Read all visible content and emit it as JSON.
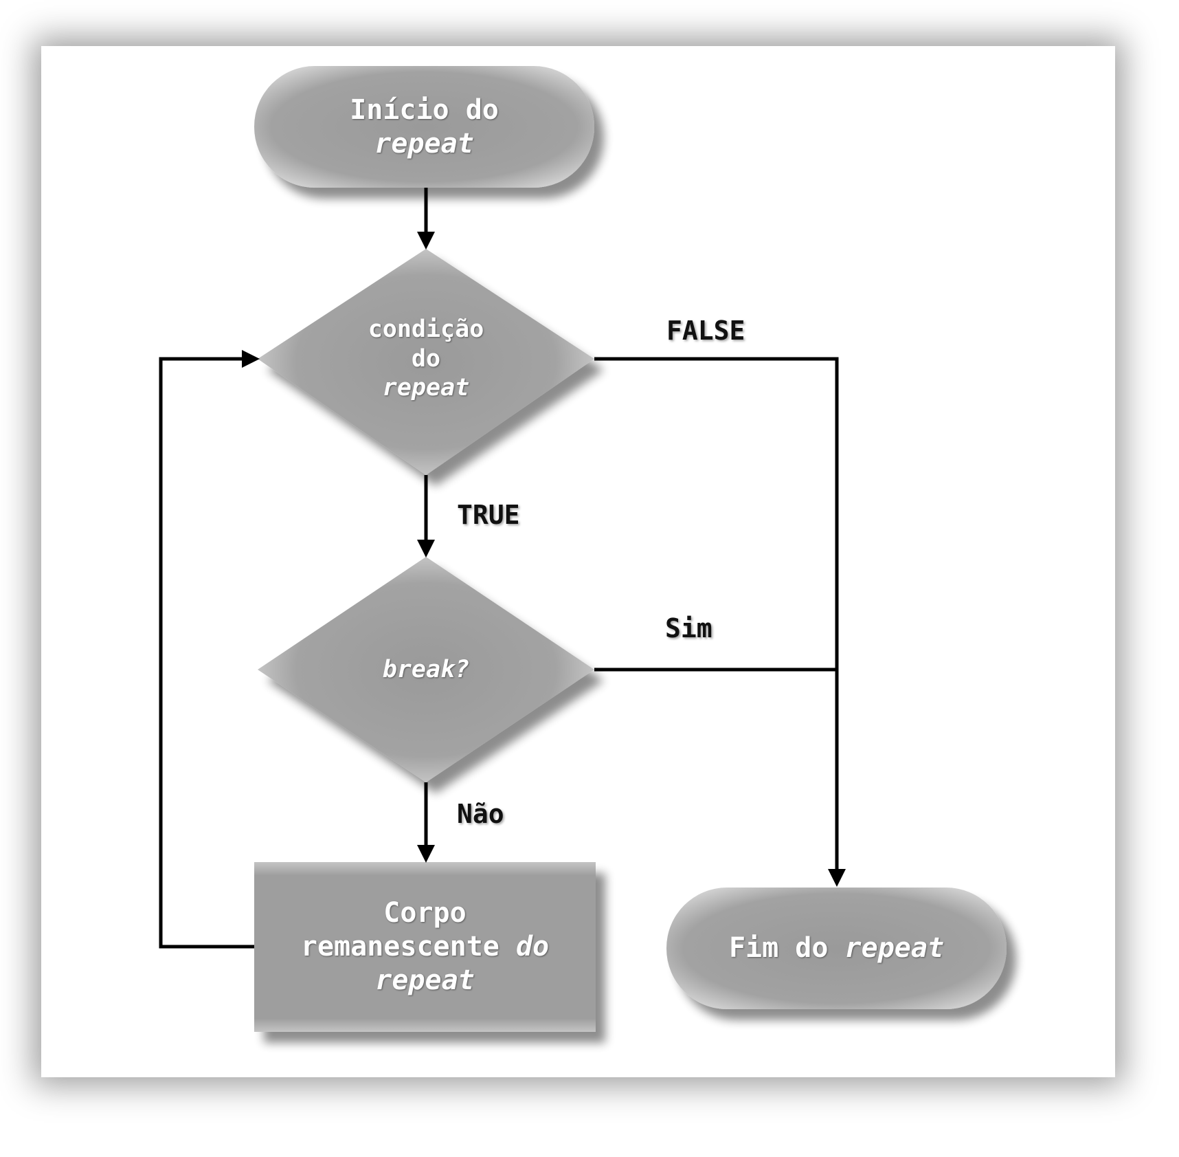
{
  "nodes": {
    "start": {
      "line1": "Início do",
      "line2": "repeat"
    },
    "condition": {
      "line1": "condição",
      "line2": "do",
      "line3": "repeat"
    },
    "break_check": {
      "label": "break?"
    },
    "body": {
      "line1": "Corpo",
      "line2a": "remanescente",
      "line2b": "do",
      "line3": "repeat"
    },
    "end": {
      "text": "Fim do",
      "italic": "repeat"
    }
  },
  "edge_labels": {
    "false": "FALSE",
    "true": "TRUE",
    "yes": "Sim",
    "no": "Não"
  },
  "colors": {
    "node_fill": "#9b9b9b",
    "node_edge": "#c8c8c8",
    "arrow": "#000000"
  }
}
